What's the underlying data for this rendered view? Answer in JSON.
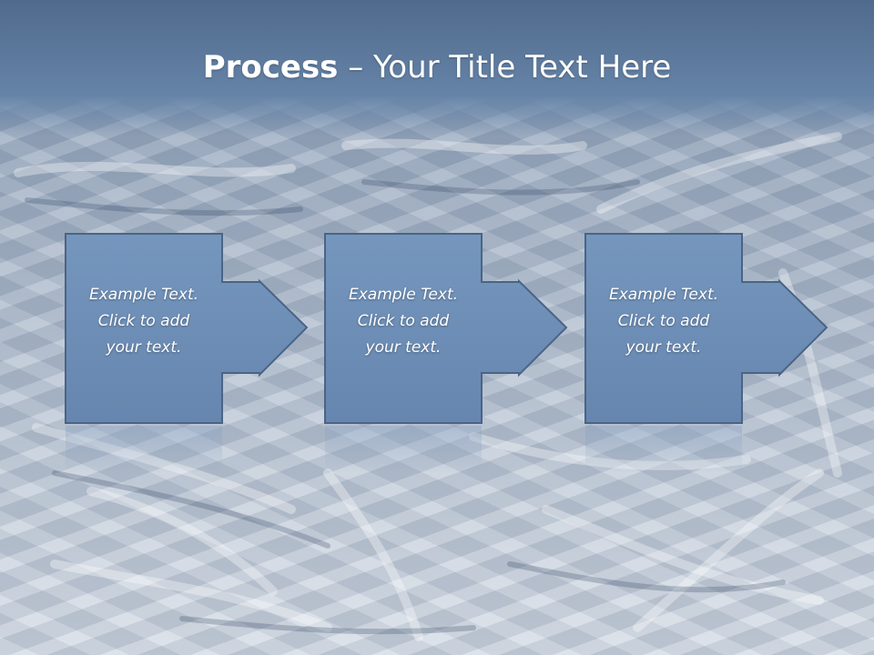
{
  "title": {
    "bold": "Process",
    "rest": " – Your Title Text Here"
  },
  "steps": [
    {
      "lines": [
        "Example Text.",
        "Click  to add",
        "your text."
      ]
    },
    {
      "lines": [
        "Example Text.",
        "Click  to add",
        "your text."
      ]
    },
    {
      "lines": [
        "Example Text.",
        "Click  to add",
        "your text."
      ]
    }
  ],
  "colors": {
    "title_band": "#5b789c",
    "step_fill": "#6f8fb6",
    "step_border": "#4a6485",
    "text": "#ffffff"
  },
  "icons": [
    "right-arrow-icon"
  ]
}
